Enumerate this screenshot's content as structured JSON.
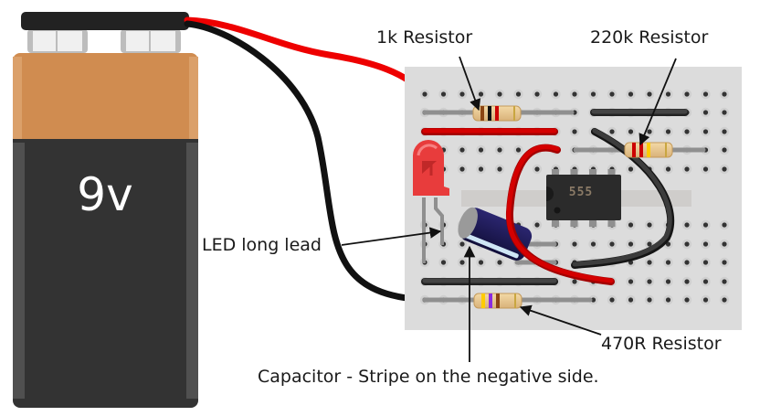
{
  "title": "555 timer LED blinker on stripboard with 9V battery",
  "battery": {
    "label": "9v",
    "body_color": "#333333",
    "top_color": "#d08c50",
    "clip_color": "#222222"
  },
  "chip": {
    "label": "555",
    "pins_per_side": 4
  },
  "board": {
    "columns": 17,
    "hole_rows": 12,
    "color": "#dcdcdc"
  },
  "wires": {
    "red": "#dd0000",
    "black": "#222222"
  },
  "components": {
    "led": {
      "color": "#e83c3c"
    },
    "capacitor": {
      "color": "#1c1850",
      "stripe": "#cfe6f5"
    },
    "resistor_1k": {
      "bands": [
        "#8b4513",
        "#111111",
        "#cc0000"
      ]
    },
    "resistor_220k": {
      "bands": [
        "#cc0000",
        "#cc0000",
        "#ffcc00"
      ]
    },
    "resistor_470r": {
      "bands": [
        "#ffcc00",
        "#8a2be2",
        "#8b4513"
      ]
    }
  },
  "annotations": {
    "r1k": "1k Resistor",
    "r220k": "220k Resistor",
    "led_lead": "LED long lead",
    "r470": "470R Resistor",
    "capacitor": "Capacitor - Stripe on the negative side."
  }
}
